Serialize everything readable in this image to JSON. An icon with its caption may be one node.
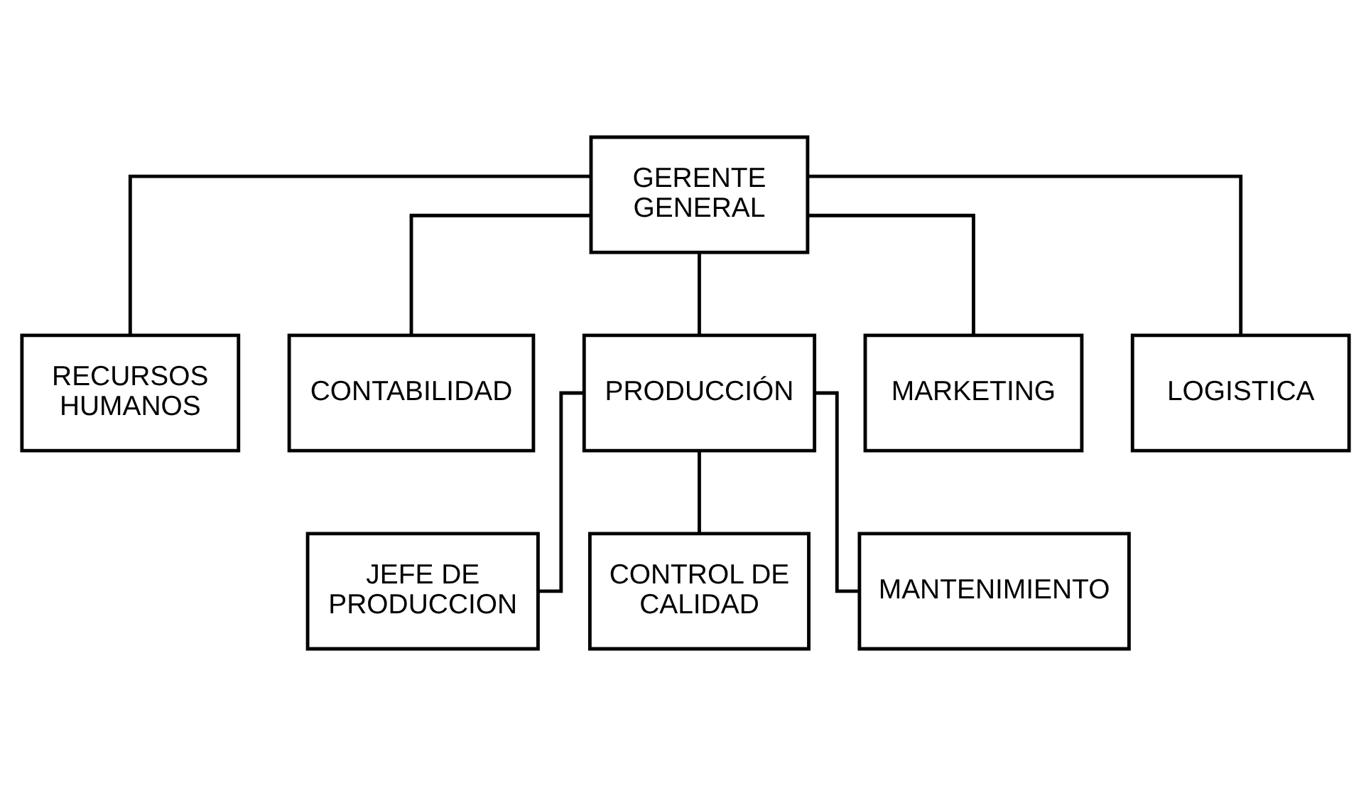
{
  "diagram": {
    "nodes": [
      {
        "text": [
          "GERENTE GENERAL"
        ]
      },
      {
        "text": [
          "RECURSOS HUMANOS"
        ]
      },
      {
        "text": [
          "CONTABILIDAD"
        ]
      },
      {
        "text": [
          "PRODUCCIÓN"
        ]
      },
      {
        "text": [
          "MARKETING"
        ]
      },
      {
        "text": [
          "LOGISTICA"
        ]
      },
      {
        "text": [
          "JEFE DE PRODUCCION"
        ]
      },
      {
        "text": [
          "CONTROL DE CALIDAD"
        ]
      },
      {
        "text": [
          "MANTENIMIENTO"
        ]
      }
    ],
    "edges": [
      {
        "from": 0,
        "to": 1,
        "arrow": "none"
      },
      {
        "from": 0,
        "to": 2,
        "arrow": "none"
      },
      {
        "from": 0,
        "to": 3,
        "arrow": "none"
      },
      {
        "from": 0,
        "to": 4,
        "arrow": "none"
      },
      {
        "from": 0,
        "to": 5,
        "arrow": "none"
      },
      {
        "from": 3,
        "to": 6,
        "arrow": "none"
      },
      {
        "from": 3,
        "to": 7,
        "arrow": "none"
      },
      {
        "from": 3,
        "to": 8,
        "arrow": "none"
      }
    ]
  }
}
